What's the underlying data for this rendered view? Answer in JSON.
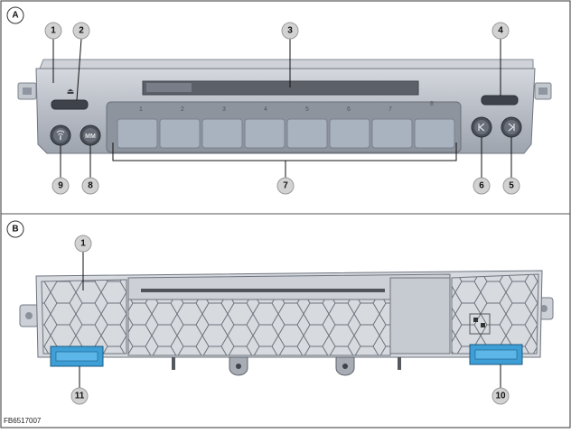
{
  "panels": [
    {
      "id": "A",
      "label": "A"
    },
    {
      "id": "B",
      "label": "B"
    }
  ],
  "panel_a": {
    "preset_numbers": [
      "1",
      "2",
      "3",
      "4",
      "5",
      "6",
      "7",
      "8"
    ],
    "eject_symbol": "⏏",
    "button_mm_label": "MM",
    "callouts": [
      "1",
      "2",
      "3",
      "4",
      "5",
      "6",
      "7",
      "8",
      "9"
    ]
  },
  "panel_b": {
    "callouts": [
      "1",
      "11",
      "10"
    ]
  },
  "figure_id": "FB6517007",
  "colors": {
    "housing": "#b9bdc5",
    "keys": "#a9b2bf",
    "connector": "#3d9fd6",
    "frame": "#d7dadf"
  }
}
